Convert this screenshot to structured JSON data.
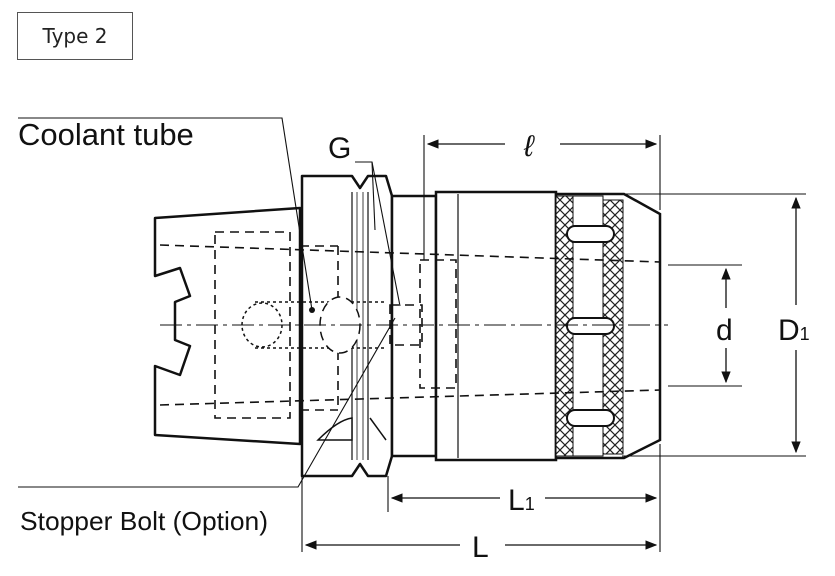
{
  "type_label": "Type 2",
  "labels": {
    "coolant_tube": "Coolant tube",
    "g": "G",
    "ell": "ℓ",
    "d": "d",
    "d1_main": "D",
    "d1_sub": "1",
    "l1_main": "L",
    "l1_sub": "1",
    "l": "L",
    "stopper_bolt": "Stopper Bolt (Option)"
  }
}
